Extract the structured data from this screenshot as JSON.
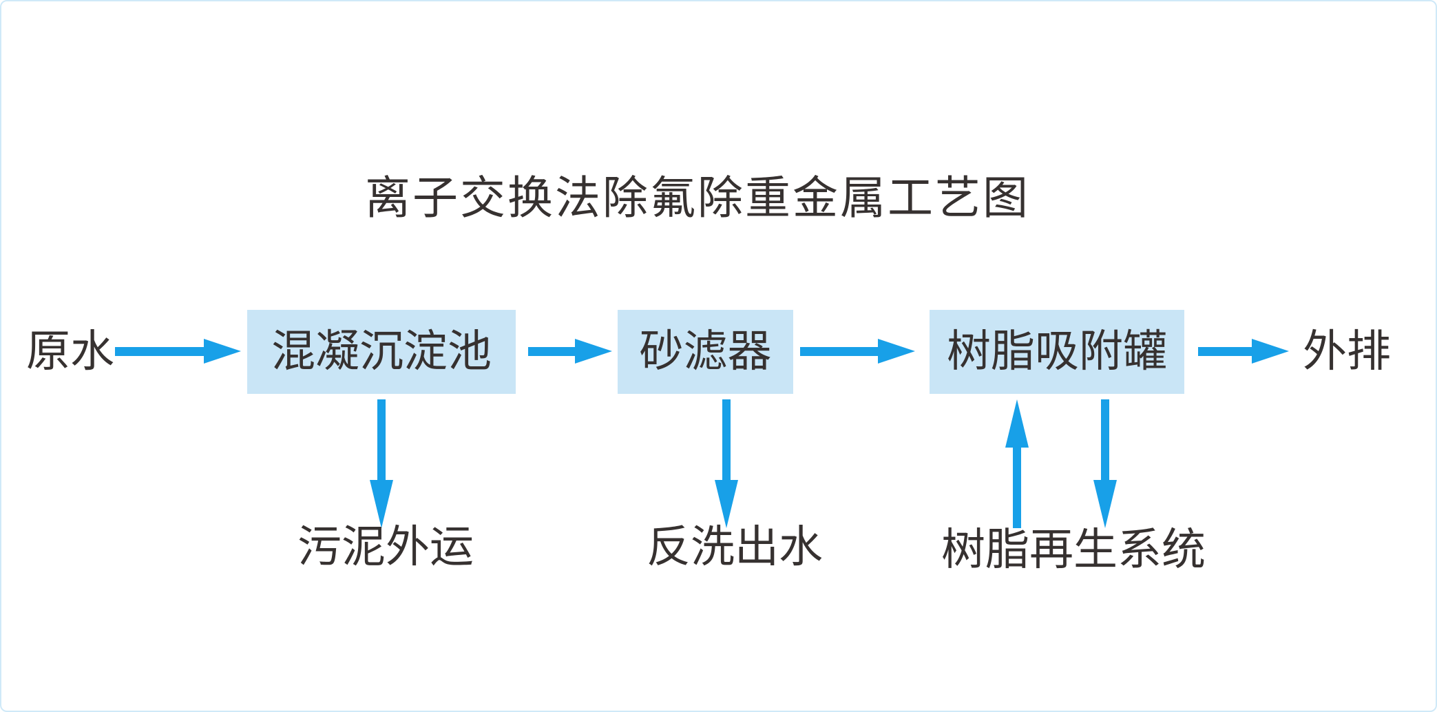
{
  "colors": {
    "arrow_color": "#18a0e8",
    "box_fill": "#c9e5f6",
    "text_color": "#363130",
    "page_border": "#cfe9f8",
    "page_background": "#ffffff"
  },
  "title": "离子交换法除氟除重金属工艺图",
  "flow": {
    "source_label": "原水",
    "stages": [
      {
        "label": "混凝沉淀池"
      },
      {
        "label": "砂滤器"
      },
      {
        "label": "树脂吸附罐"
      }
    ],
    "sink_label": "外排"
  },
  "branches": [
    {
      "from": "混凝沉淀池",
      "direction": "down",
      "label": "污泥外运"
    },
    {
      "from": "砂滤器",
      "direction": "down",
      "label": "反洗出水"
    },
    {
      "from": "树脂吸附罐",
      "direction": "both",
      "label": "树脂再生系统"
    }
  ]
}
